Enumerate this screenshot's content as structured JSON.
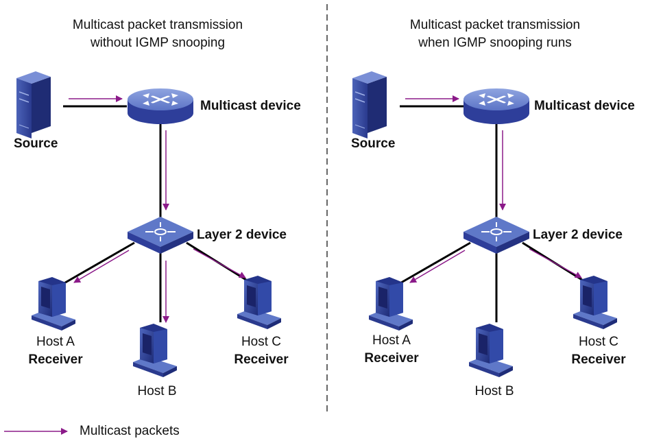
{
  "left": {
    "title_line1": "Multicast packet transmission",
    "title_line2": "without IGMP snooping",
    "source_label": "Source",
    "router_label": "Multicast device",
    "switch_label": "Layer 2 device",
    "host_a_name": "Host A",
    "host_a_role": "Receiver",
    "host_b_name": "Host B",
    "host_c_name": "Host C",
    "host_c_role": "Receiver"
  },
  "right": {
    "title_line1": "Multicast packet transmission",
    "title_line2": "when IGMP snooping runs",
    "source_label": "Source",
    "router_label": "Multicast device",
    "switch_label": "Layer 2 device",
    "host_a_name": "Host A",
    "host_a_role": "Receiver",
    "host_b_name": "Host B",
    "host_c_name": "Host C",
    "host_c_role": "Receiver"
  },
  "legend": {
    "label": "Multicast packets"
  },
  "colors": {
    "arrow": "#8B1A89",
    "device_top": "#5F78C8",
    "device_side": "#2E3E9A",
    "link": "#000000"
  },
  "icons": {
    "source": "server-tower-icon",
    "router": "router-icon",
    "switch": "layer2-switch-icon",
    "host": "desktop-computer-icon"
  }
}
